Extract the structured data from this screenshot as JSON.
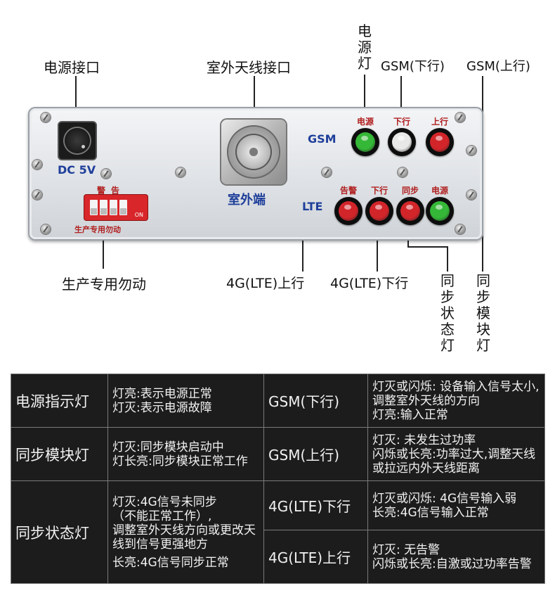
{
  "callouts": {
    "power_interface": "电源接口",
    "outdoor_antenna_interface": "室外天线接口",
    "power_light": "电源灯",
    "gsm_downlink": "GSM(下行)",
    "gsm_uplink": "GSM(上行)",
    "factory_dont_touch": "生产专用勿动",
    "lte_uplink": "4G(LTE)上行",
    "lte_downlink": "4G(LTE)下行",
    "sync_status_light": "同步状态灯",
    "sync_module_light": "同步模块灯"
  },
  "panel": {
    "dc_label": "DC 5V",
    "dip_label": "生产专用勿动",
    "alarm_label": "警告",
    "dip_on": "ON",
    "outdoor_label": "室外端",
    "gsm_label": "GSM",
    "lte_label": "LTE",
    "gsm_leds": [
      {
        "label": "电源",
        "color": "#35b837"
      },
      {
        "label": "下行",
        "color": "#e8e8e8"
      },
      {
        "label": "上行",
        "color": "#d2252a"
      }
    ],
    "lte_leds": [
      {
        "label": "告警",
        "color": "#d2252a"
      },
      {
        "label": "下行",
        "color": "#d2252a"
      },
      {
        "label": "同步",
        "color": "#d2252a"
      },
      {
        "label": "电源",
        "color": "#35b837"
      }
    ]
  },
  "table": {
    "rows": [
      {
        "left_name": "电源指示灯",
        "left_desc": [
          "灯亮:表示电源正常",
          "灯灭:表示电源故障"
        ],
        "right_name": "GSM(下行)",
        "right_desc": [
          "灯灭或闪烁: 设备输入信号太小,调整室外天线的方向",
          "灯亮:输入正常"
        ]
      },
      {
        "left_name": "同步模块灯",
        "left_desc": [
          "灯灭:同步模块启动中",
          "灯长亮:同步模块正常工作"
        ],
        "right_name": "GSM(上行)",
        "right_desc": [
          "灯灭: 未发生过功率",
          "闪烁或长亮:功率过大,调整天线或拉远内外天线距离"
        ]
      },
      {
        "left_name": "同步状态灯",
        "left_desc": [
          "灯灭:4G信号未同步",
          "（不能正常工作）,",
          "调整室外天线方向或更改天线到信号更强地方",
          "长亮:4G信号同步正常"
        ],
        "right_rows": [
          {
            "name": "4G(LTE)下行",
            "desc": [
              "灯灭或闪烁: 4G信号输入弱",
              "长亮:4G信号输入正常"
            ]
          },
          {
            "name": "4G(LTE)上行",
            "desc": [
              "灯灭: 无告警",
              "闪烁或长亮:自激或过功率告警"
            ]
          }
        ]
      }
    ]
  }
}
